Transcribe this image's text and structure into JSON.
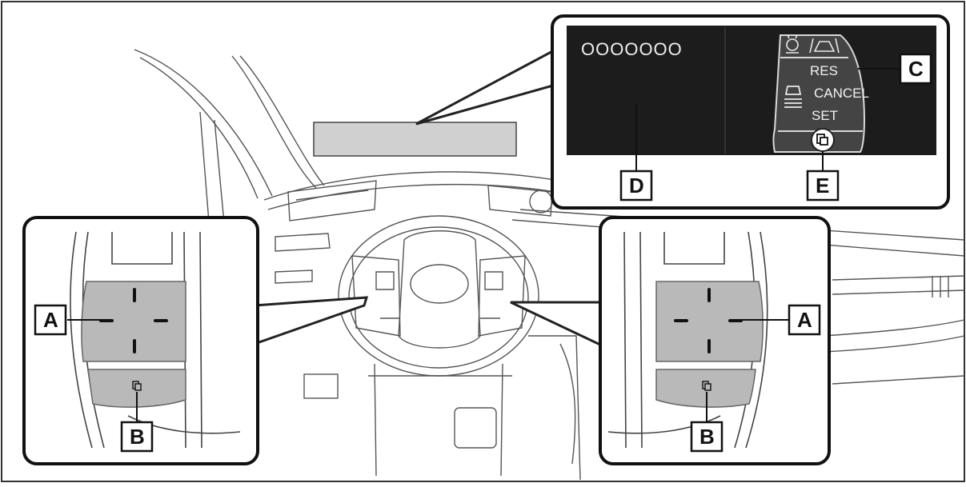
{
  "callouts": {
    "a_left": "A",
    "a_right": "A",
    "b_left": "B",
    "b_right": "B",
    "c": "C",
    "d": "D",
    "e": "E"
  },
  "display_placeholder": "OOOOOOO",
  "buttons": {
    "res": "RES",
    "cancel": "CANCEL",
    "set": "SET"
  },
  "icons": {
    "steering_assist": "steering-assist-icon",
    "lane_assist": "lane-assist-icon",
    "distance": "vehicle-distance-icon",
    "display_switch": "display-switch-icon"
  },
  "colors": {
    "screen": "#1c1c1c",
    "panel_gray": "#d4d4d4",
    "pad_gray": "#b9b9b9",
    "line": "#222222"
  }
}
